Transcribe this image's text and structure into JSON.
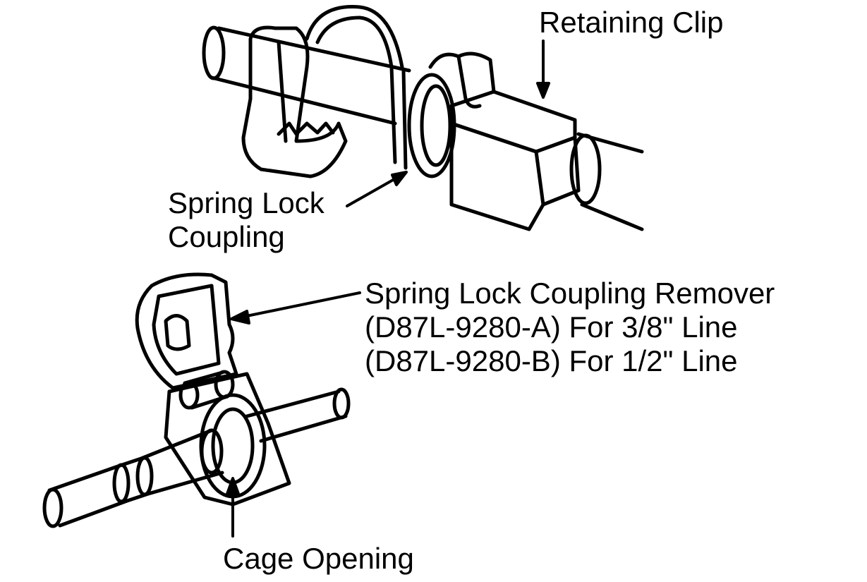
{
  "labels": {
    "retaining_clip": "Retaining Clip",
    "spring_lock_coupling": [
      "Spring Lock",
      "Coupling"
    ],
    "remover": [
      "Spring Lock Coupling Remover",
      "(D87L-9280-A) For 3/8\" Line",
      "(D87L-9280-B) For 1/2\" Line"
    ],
    "cage_opening": "Cage Opening"
  },
  "colors": {
    "ink": "#000000",
    "paper": "#ffffff"
  }
}
